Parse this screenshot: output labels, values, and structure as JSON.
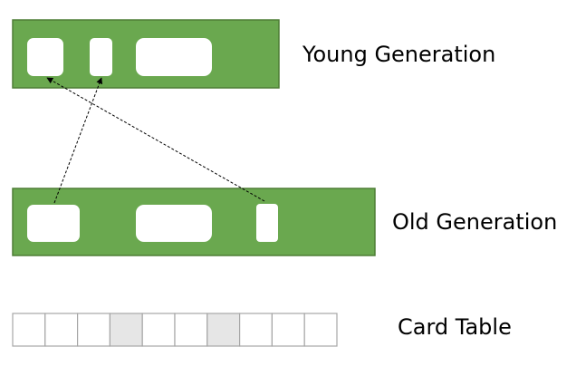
{
  "colors": {
    "region_fill": "#6aa84f",
    "region_stroke": "#4e7e36",
    "object_fill": "#ffffff",
    "card_clean": "#ffffff",
    "card_dirty": "#e6e6e6",
    "card_stroke": "#a6a6a6",
    "arrow": "#000000"
  },
  "young_generation": {
    "label": "Young Generation",
    "object_count": 3
  },
  "old_generation": {
    "label": "Old Generation",
    "object_count": 3
  },
  "card_table": {
    "label": "Card Table",
    "cards": [
      "clean",
      "clean",
      "clean",
      "dirty",
      "clean",
      "clean",
      "dirty",
      "clean",
      "clean",
      "clean"
    ]
  },
  "references": [
    {
      "from": "old-object-1",
      "to": "young-object-2"
    },
    {
      "from": "old-object-3",
      "to": "young-object-1"
    }
  ]
}
